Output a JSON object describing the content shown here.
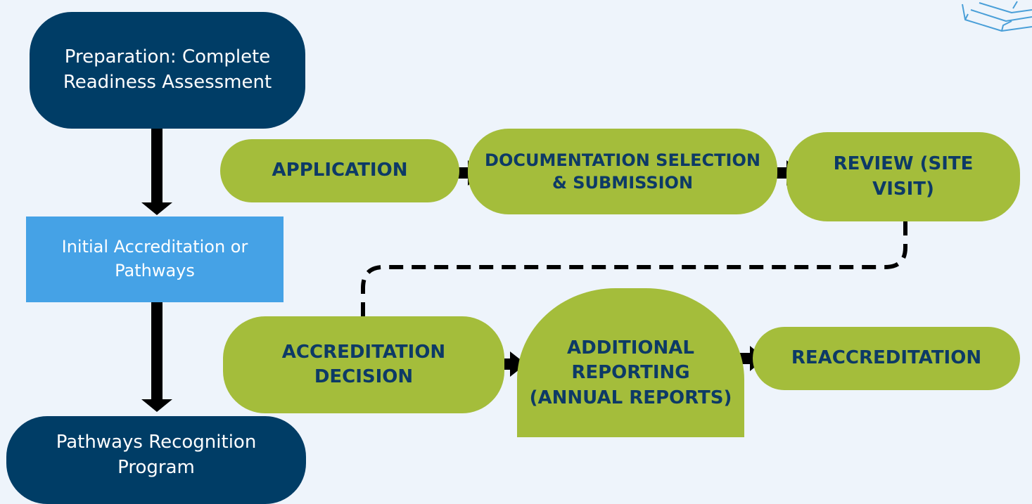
{
  "nodes": {
    "preparation": "Preparation: Complete Readiness Assessment",
    "initial": "Initial Accreditation or Pathways",
    "pathways_program": "Pathways Recognition Program",
    "application": "APPLICATION",
    "documentation": "DOCUMENTATION SELECTION & SUBMISSION",
    "review": "REVIEW (SITE VISIT)",
    "decision": "ACCREDITATION DECISION",
    "additional": "ADDITIONAL REPORTING (ANNUAL REPORTS)",
    "reaccreditation": "REACCREDITATION"
  },
  "colors": {
    "background": "#eef4fb",
    "navy": "#003d66",
    "blue": "#45a2e6",
    "green": "#a4bd3b",
    "green_text": "#0d3a66",
    "arrow": "#000000",
    "decoration": "#4a9fd8"
  },
  "icons": [
    "papers-icon"
  ]
}
